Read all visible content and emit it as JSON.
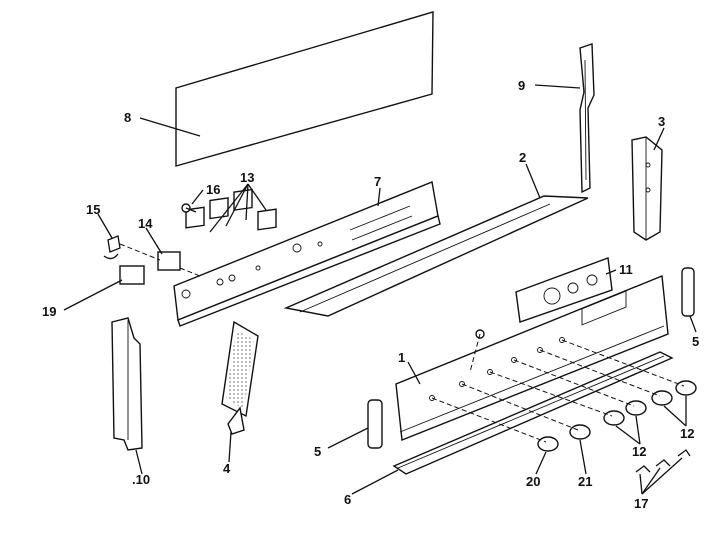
{
  "diagram": {
    "callouts": {
      "c1": "1",
      "c2": "2",
      "c3": "3",
      "c4": "4",
      "c5a": "5",
      "c5b": "5",
      "c6": "6",
      "c7": "7",
      "c8": "8",
      "c9": "9",
      "c10": ".10",
      "c11": "11",
      "c12a": "12",
      "c12b": "12",
      "c13": "13",
      "c14": "14",
      "c15": "15",
      "c16": "16",
      "c17": "17",
      "c19": "19",
      "c20": "20",
      "c21": "21"
    }
  }
}
